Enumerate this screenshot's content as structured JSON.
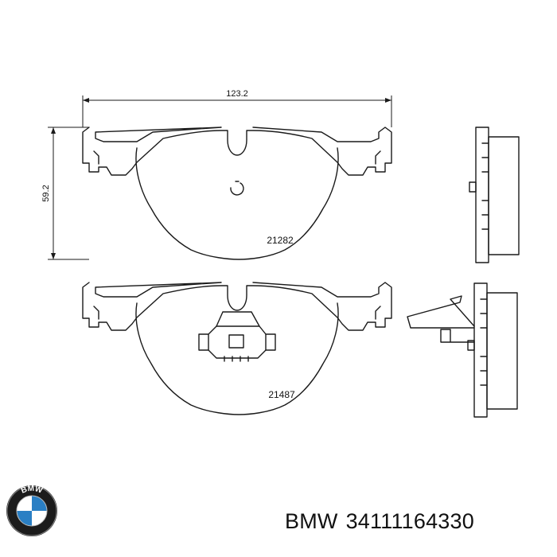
{
  "diagram": {
    "width_label": "123.2",
    "height_label": "59.2",
    "pads": [
      {
        "code": "21282"
      },
      {
        "code": "21487"
      }
    ]
  },
  "footer": {
    "brand": "BMW",
    "part_number": "34111164330",
    "logo_text": "BMW",
    "colors": {
      "logo_blue": "#2a7fc4",
      "logo_ring": "#1c1c1c"
    }
  }
}
